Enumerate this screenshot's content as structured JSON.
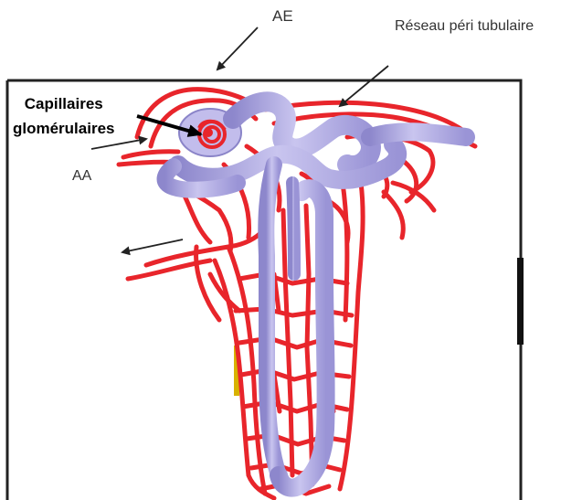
{
  "labels": {
    "ae": "AE",
    "reseau": "Réseau péri tubulaire",
    "aa": "AA",
    "capillaires_line1": "Capillaires",
    "capillaires_line2": "glomérulaires"
  },
  "colors": {
    "vessel": "#e8252b",
    "vessel_dark": "#c41a1f",
    "tubule": "#a9a3df",
    "tubule_dark": "#8a84c8",
    "frame": "#222222",
    "arrow": "#222222"
  },
  "icons": [
    "arrow-icon",
    "nephron-illustration"
  ]
}
